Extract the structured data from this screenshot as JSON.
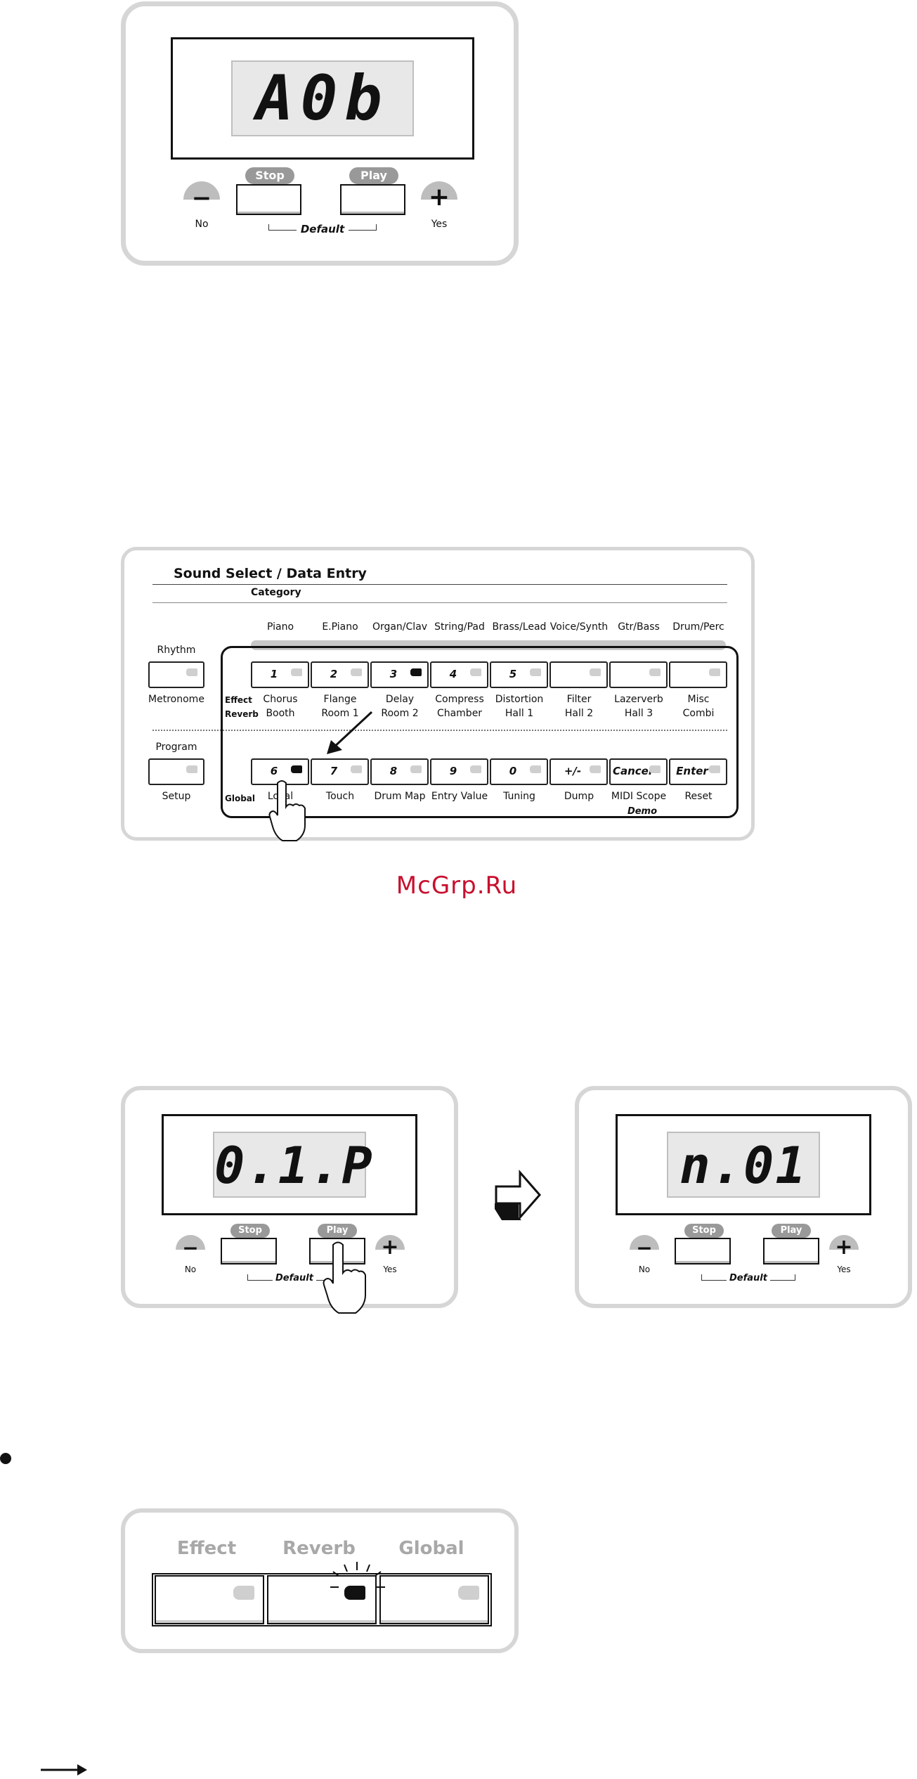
{
  "panel1": {
    "display": "A0b",
    "stop_label": "Stop",
    "play_label": "Play",
    "minus_symbol": "−",
    "plus_symbol": "+",
    "no_label": "No",
    "yes_label": "Yes",
    "default_label": "Default"
  },
  "sound_select": {
    "title": "Sound Select / Data Entry",
    "category_label": "Category",
    "categories": [
      "Piano",
      "E.Piano",
      "Organ/Clav",
      "String/Pad",
      "Brass/Lead",
      "Voice/Synth",
      "Gtr/Bass",
      "Drum/Perc"
    ],
    "rhythm_label": "Rhythm",
    "metronome_label": "Metronome",
    "program_label": "Program",
    "setup_label": "Setup",
    "effect_label": "Effect",
    "reverb_label": "Reverb",
    "global_label": "Global",
    "row1_buttons": [
      "1",
      "2",
      "3",
      "4",
      "5",
      "",
      "",
      ""
    ],
    "effect_row": [
      "Chorus",
      "Flange",
      "Delay",
      "Compress",
      "Distortion",
      "Filter",
      "Lazerverb",
      "Misc"
    ],
    "reverb_row": [
      "Booth",
      "Room 1",
      "Room 2",
      "Chamber",
      "Hall 1",
      "Hall 2",
      "Hall 3",
      "Combi"
    ],
    "row2_buttons": [
      "6",
      "7",
      "8",
      "9",
      "0",
      "+/-",
      "Cancel",
      "Enter"
    ],
    "global_row": [
      "Local",
      "Touch",
      "Drum Map",
      "Entry Value",
      "Tuning",
      "Dump",
      "MIDI Scope",
      "Reset"
    ],
    "demo_label": "Demo"
  },
  "watermark": "McGrp.Ru",
  "panel2": {
    "display": "0.1.P",
    "stop_label": "Stop",
    "play_label": "Play",
    "no_label": "No",
    "yes_label": "Yes",
    "default_label": "Default"
  },
  "panel3": {
    "display": "n.01",
    "stop_label": "Stop",
    "play_label": "Play",
    "no_label": "No",
    "yes_label": "Yes",
    "default_label": "Default"
  },
  "panel4": {
    "effect_label": "Effect",
    "reverb_label": "Reverb",
    "global_label": "Global"
  }
}
